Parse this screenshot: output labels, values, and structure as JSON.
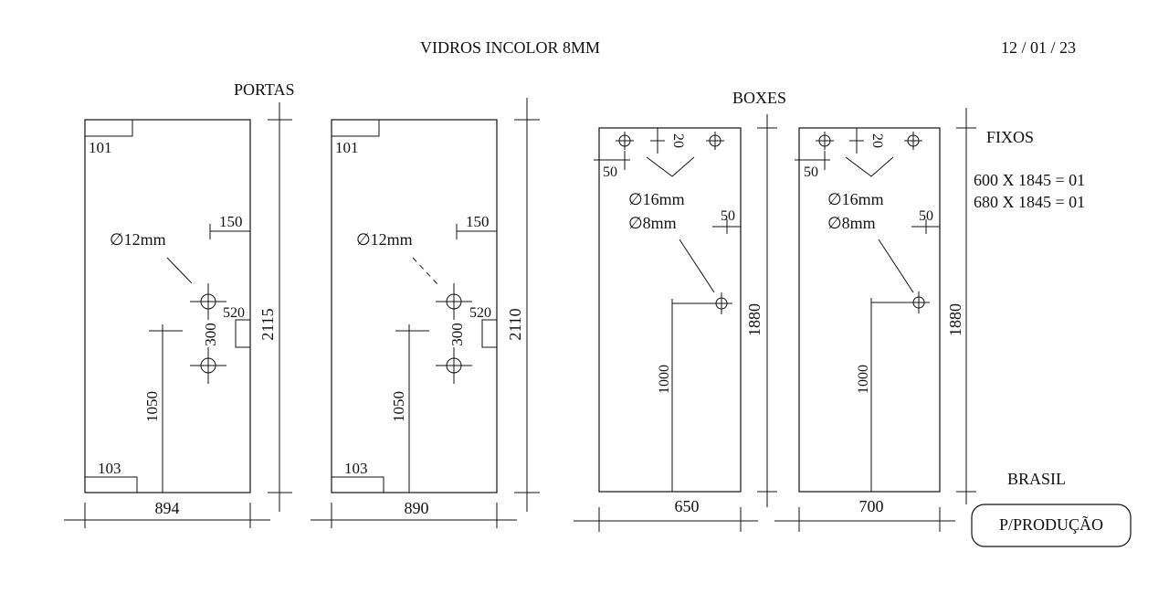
{
  "header": {
    "title": "VIDROS   INCOLOR 8MM",
    "date": "12 / 01 / 23"
  },
  "sections": {
    "portas": "PORTAS",
    "boxes": "BOXES"
  },
  "door1": {
    "width": "894",
    "height": "2115",
    "top_label": "101",
    "bottom_label": "103",
    "hole": "∅12mm",
    "offset_side": "150",
    "hole_spacing": "300",
    "handle_gap": "520",
    "hole_height": "1050"
  },
  "door2": {
    "width": "890",
    "height": "2110",
    "top_label": "101",
    "bottom_label": "103",
    "hole": "∅12mm",
    "offset_side": "150",
    "hole_spacing": "300",
    "handle_gap": "520",
    "hole_height": "1050"
  },
  "box1": {
    "width": "650",
    "height": "1880",
    "top_offset": "20",
    "edge_offset": "50",
    "hole_large": "∅16mm",
    "hole_small": "∅8mm",
    "side_offset": "50",
    "hole_height": "1000"
  },
  "box2": {
    "width": "700",
    "height": "1880",
    "top_offset": "20",
    "edge_offset": "50",
    "hole_large": "∅16mm",
    "hole_small": "∅8mm",
    "side_offset": "50",
    "hole_height": "1000"
  },
  "fixos": {
    "title": "FIXOS",
    "items": [
      "600 X 1845 = 01",
      "680 X 1845 = 01"
    ]
  },
  "footer": {
    "brand": "BRASIL",
    "stamp": "P/PRODUÇÃO"
  }
}
